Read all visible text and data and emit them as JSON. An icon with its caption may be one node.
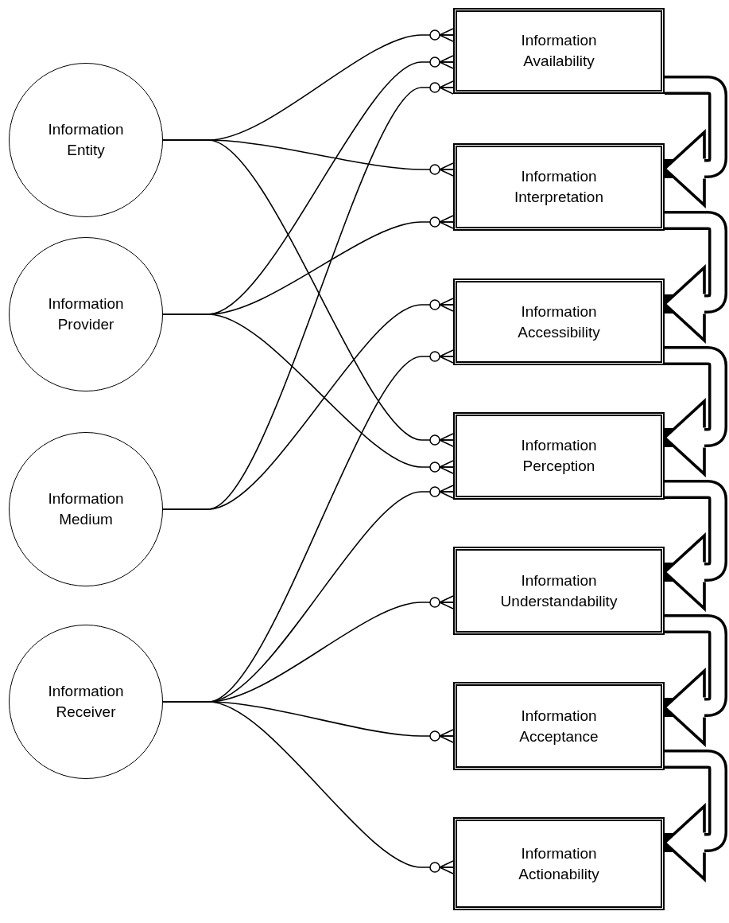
{
  "diagram": {
    "nodes": [
      {
        "text": [
          "Information Entity"
        ]
      },
      {
        "text": [
          "Information Provider"
        ]
      },
      {
        "text": [
          "Information Medium"
        ]
      },
      {
        "text": [
          "Information Receiver"
        ]
      },
      {
        "text": [
          "Information Availability"
        ]
      },
      {
        "text": [
          "Information Interpretation"
        ]
      },
      {
        "text": [
          "Information Accessibility"
        ]
      },
      {
        "text": [
          "Information Perception"
        ]
      },
      {
        "text": [
          "Information Understandability"
        ]
      },
      {
        "text": [
          "Information Acceptance"
        ]
      },
      {
        "text": [
          "Information Actionability"
        ]
      }
    ],
    "edges": [
      {
        "from": 0,
        "to": 4,
        "arrow": "other"
      },
      {
        "from": 0,
        "to": 5,
        "arrow": "other"
      },
      {
        "from": 0,
        "to": 7,
        "arrow": "other"
      },
      {
        "from": 1,
        "to": 4,
        "arrow": "other"
      },
      {
        "from": 1,
        "to": 5,
        "arrow": "other"
      },
      {
        "from": 1,
        "to": 7,
        "arrow": "other"
      },
      {
        "from": 2,
        "to": 4,
        "arrow": "other"
      },
      {
        "from": 2,
        "to": 6,
        "arrow": "other"
      },
      {
        "from": 3,
        "to": 6,
        "arrow": "other"
      },
      {
        "from": 3,
        "to": 7,
        "arrow": "other"
      },
      {
        "from": 3,
        "to": 8,
        "arrow": "other"
      },
      {
        "from": 3,
        "to": 9,
        "arrow": "other"
      },
      {
        "from": 3,
        "to": 10,
        "arrow": "other"
      },
      {
        "from": 4,
        "to": 5,
        "arrow": "to",
        "style": "thick"
      },
      {
        "from": 5,
        "to": 6,
        "arrow": "to",
        "style": "thick"
      },
      {
        "from": 6,
        "to": 7,
        "arrow": "to",
        "style": "thick"
      },
      {
        "from": 7,
        "to": 8,
        "arrow": "to",
        "style": "thick"
      },
      {
        "from": 8,
        "to": 9,
        "arrow": "to",
        "style": "thick"
      },
      {
        "from": 9,
        "to": 10,
        "arrow": "to",
        "style": "thick"
      }
    ]
  }
}
